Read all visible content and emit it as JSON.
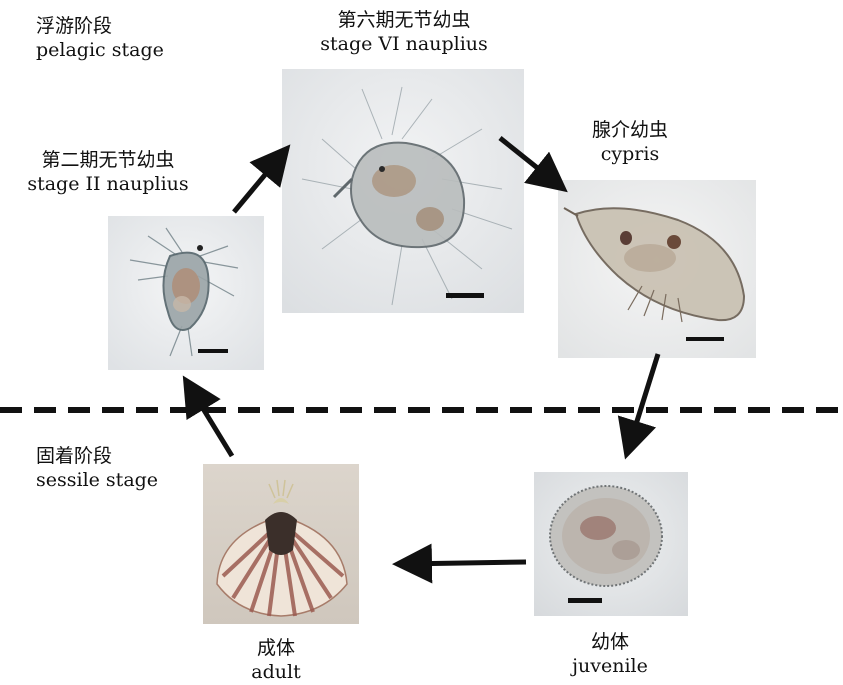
{
  "sections": {
    "pelagic": {
      "zh": "浮游阶段",
      "en": "pelagic stage"
    },
    "sessile": {
      "zh": "固着阶段",
      "en": "sessile stage"
    }
  },
  "stages": [
    {
      "id": "nauplius-ii",
      "zh": "第二期无节幼虫",
      "en": "stage II nauplius"
    },
    {
      "id": "nauplius-vi",
      "zh": "第六期无节幼虫",
      "en": "stage VI nauplius"
    },
    {
      "id": "cyprid",
      "zh": "腺介幼虫",
      "en": "cypris"
    },
    {
      "id": "juvenile",
      "zh": "幼体",
      "en": "juvenile"
    },
    {
      "id": "adult",
      "zh": "成体",
      "en": "adult"
    }
  ]
}
